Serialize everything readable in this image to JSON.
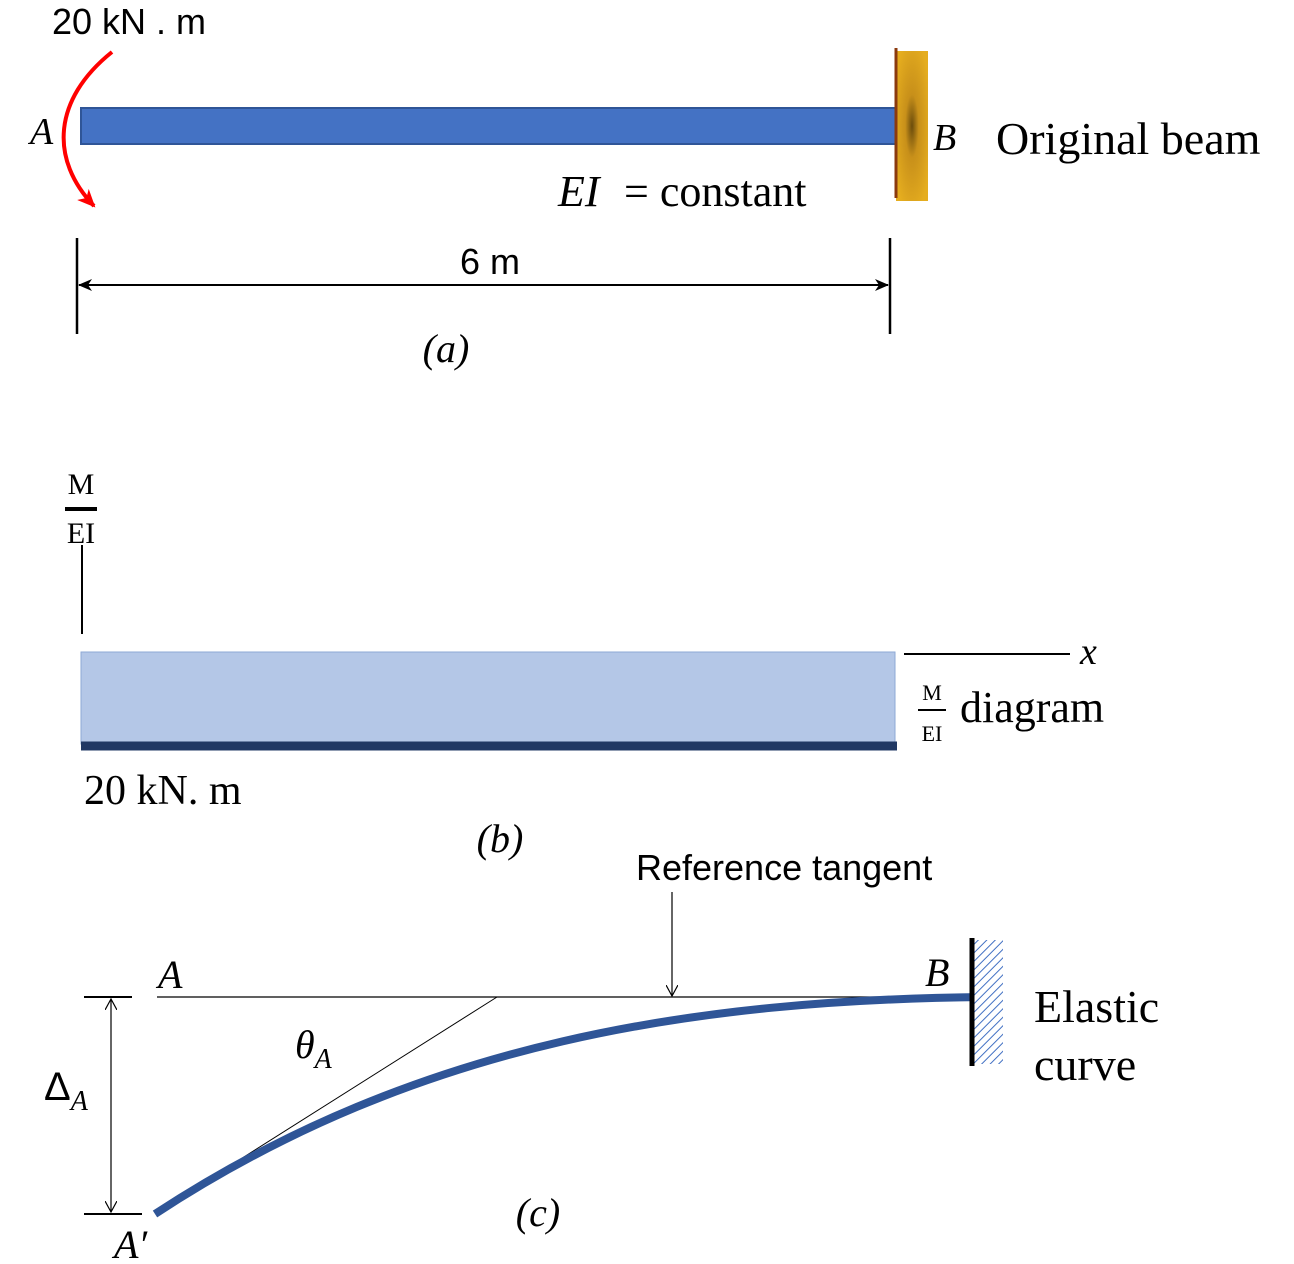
{
  "panel_a": {
    "moment_label": "20 kN . m",
    "point_a": "A",
    "point_b": "B",
    "title": "Original beam",
    "ei_symbol": "EI",
    "ei_value": "= constant",
    "length": "6 m",
    "caption": "(a)",
    "colors": {
      "beam": "#4472c4",
      "moment_arrow": "#ff0000",
      "support": "#d4a017"
    }
  },
  "panel_b": {
    "axis_num": "M",
    "axis_den": "EI",
    "x_label": "x",
    "diagram_num": "M",
    "diagram_den": "EI",
    "diagram_word": "diagram",
    "value": "20 kN. m",
    "caption": "(b)",
    "colors": {
      "fill": "#b4c7e7",
      "edge": "#203864"
    }
  },
  "panel_c": {
    "reference_tangent": "Reference tangent",
    "point_a": "A",
    "point_b": "B",
    "point_a_prime": "A′",
    "theta": "θ",
    "theta_sub": "A",
    "delta": "Δ",
    "delta_sub": "A",
    "elastic_line1": "Elastic",
    "elastic_line2": "curve",
    "caption": "(c)",
    "colors": {
      "curve": "#2f5597"
    }
  }
}
